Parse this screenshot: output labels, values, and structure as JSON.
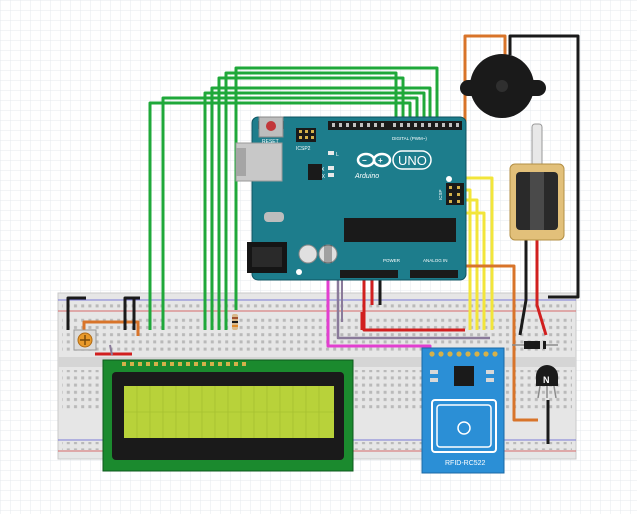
{
  "arduino": {
    "reset_label": "RESET",
    "icsp2_label": "ICSP2",
    "icsp_label": "ICSP",
    "logo_text": "UNO",
    "brand_text": "Arduino",
    "digital_label": "DIGITAL (PWM~)",
    "power_label": "POWER",
    "analog_label": "ANALOG IN",
    "tx_label": "TX",
    "rx_label": "RX",
    "l_label": "L"
  },
  "rfid": {
    "label": "RFID-RC522"
  },
  "transistor": {
    "label": "N"
  },
  "colors": {
    "board": "#1d7d8c",
    "lcd_screen": "#b8d23a",
    "rfid_board": "#2b8fd6",
    "wire_green": "#1fa83a",
    "wire_yellow": "#f2e53a",
    "wire_magenta": "#e23fd0",
    "wire_red": "#d11f1f",
    "wire_orange": "#d8742a",
    "wire_black": "#1a1a1a",
    "wire_gray": "#8a7a9a"
  }
}
